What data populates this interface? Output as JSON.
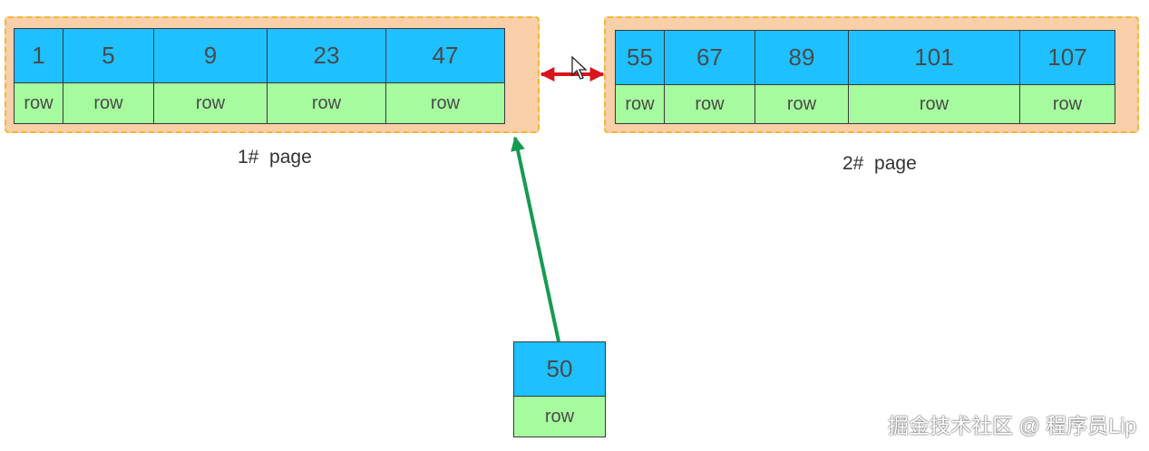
{
  "pages": [
    {
      "label": "1#  page",
      "records": [
        {
          "key": "1",
          "row": "row"
        },
        {
          "key": "5",
          "row": "row"
        },
        {
          "key": "9",
          "row": "row"
        },
        {
          "key": "23",
          "row": "row"
        },
        {
          "key": "47",
          "row": "row"
        }
      ]
    },
    {
      "label": "2#  page",
      "records": [
        {
          "key": "55",
          "row": "row"
        },
        {
          "key": "67",
          "row": "row"
        },
        {
          "key": "89",
          "row": "row"
        },
        {
          "key": "101",
          "row": "row"
        },
        {
          "key": "107",
          "row": "row"
        }
      ]
    }
  ],
  "new_record": {
    "key": "50",
    "row": "row"
  },
  "watermark": "掘金技术社区 @ 程序员Lip",
  "colors": {
    "key_fill": "#1ec0ff",
    "row_fill": "#a6fb9f",
    "page_fill": "#f8cfa9",
    "page_border": "#f0b92e",
    "link_arrow": "#d9141c",
    "insert_arrow": "#169a52"
  }
}
